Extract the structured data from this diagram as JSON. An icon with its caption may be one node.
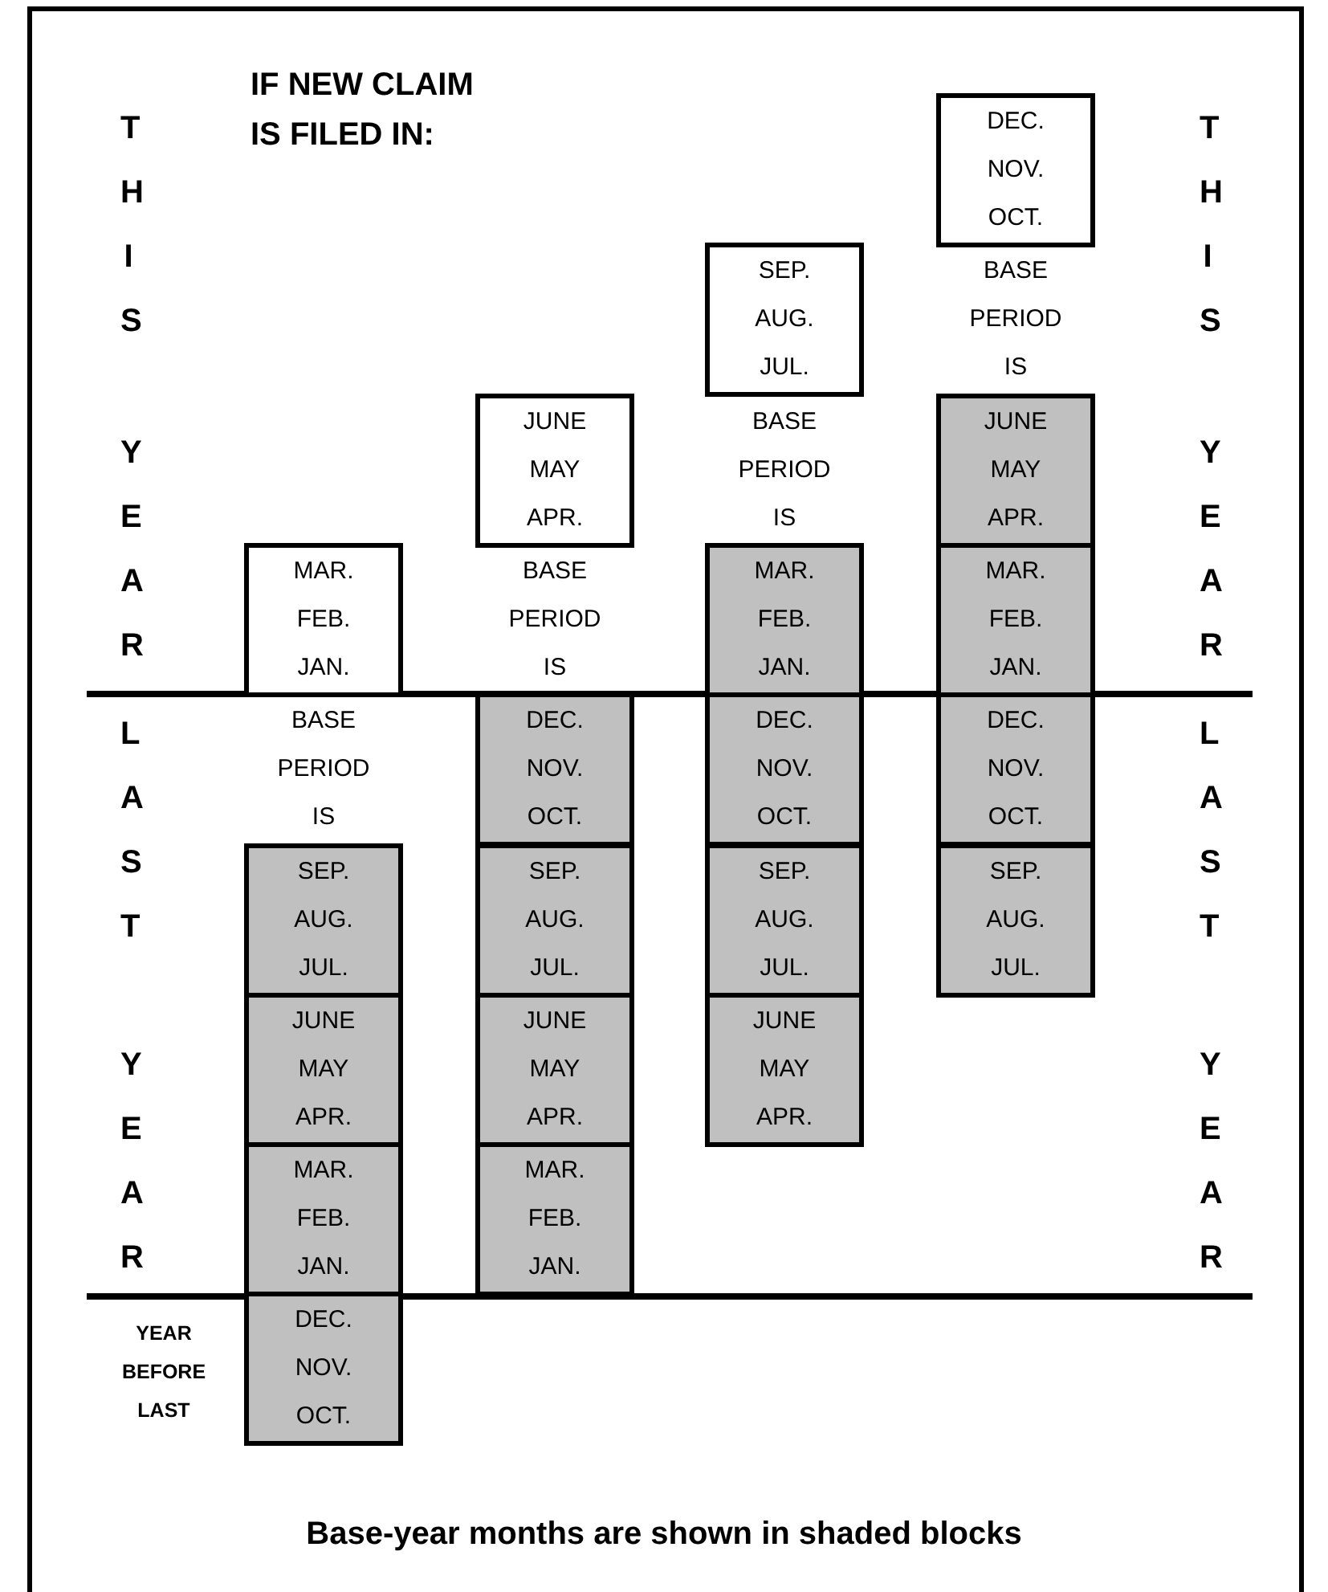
{
  "diagram": {
    "caption": "Base-year months are shown in shaded blocks",
    "nodes": [
      {
        "text": [
          "DEC. NOV. OCT."
        ]
      },
      {
        "text": [
          "SEP. AUG. JUL."
        ]
      },
      {
        "text": [
          "JUNE MAY APR."
        ]
      },
      {
        "text": [
          "JUNE MAY APR."
        ]
      },
      {
        "text": [
          "MAR. FEB. JAN."
        ]
      },
      {
        "text": [
          "MAR. FEB. JAN."
        ]
      },
      {
        "text": [
          "MAR. FEB. JAN."
        ]
      },
      {
        "text": [
          "DEC. NOV. OCT."
        ]
      },
      {
        "text": [
          "DEC. NOV. OCT."
        ]
      },
      {
        "text": [
          "DEC. NOV. OCT."
        ]
      },
      {
        "text": [
          "SEP. AUG. JUL."
        ]
      },
      {
        "text": [
          "SEP. AUG. JUL."
        ]
      },
      {
        "text": [
          "SEP. AUG. JUL."
        ]
      },
      {
        "text": [
          "SEP. AUG. JUL."
        ]
      },
      {
        "text": [
          "JUNE MAY APR."
        ]
      },
      {
        "text": [
          "JUNE MAY APR."
        ]
      },
      {
        "text": [
          "JUNE MAY APR."
        ]
      },
      {
        "text": [
          "MAR. FEB. JAN."
        ]
      },
      {
        "text": [
          "MAR. FEB. JAN."
        ]
      },
      {
        "text": [
          "DEC. NOV. OCT."
        ]
      }
    ],
    "edges": [],
    "labels": [
      "IF NEW CLAIM IS FILED IN:",
      "THIS",
      "THIS",
      "BASE PERIOD IS",
      "BASE PERIOD IS",
      "YEAR",
      "YEAR",
      "BASE PERIOD IS",
      "BASE PERIOD IS",
      "LAST",
      "LAST",
      "YEAR",
      "YEAR",
      "YEAR BEFORE LAST"
    ]
  }
}
